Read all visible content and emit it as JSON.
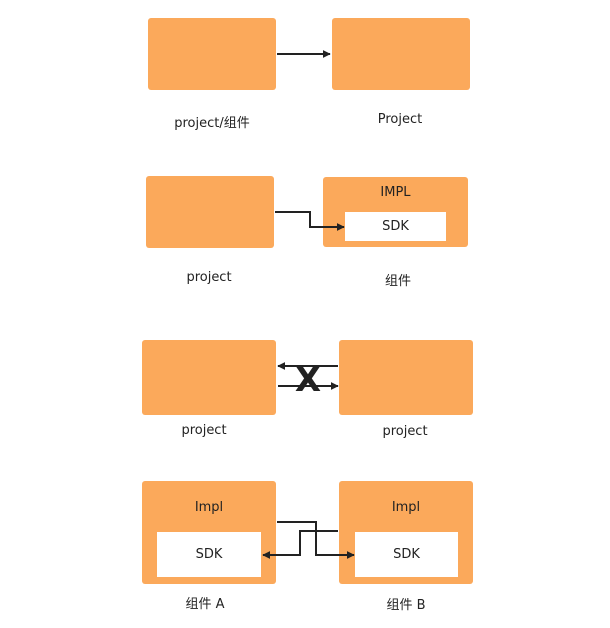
{
  "row1": {
    "left_label": "project/组件",
    "right_label": "Project"
  },
  "row2": {
    "left_label": "project",
    "right_title": "IMPL",
    "right_inner": "SDK",
    "right_label": "组件"
  },
  "row3": {
    "left_label": "project",
    "right_label": "project",
    "cross_mark": "X"
  },
  "row4": {
    "left_title": "Impl",
    "left_inner": "SDK",
    "left_label": "组件 A",
    "right_title": "Impl",
    "right_inner": "SDK",
    "right_label": "组件 B"
  },
  "colors": {
    "box_fill": "#fba95b",
    "inner_fill": "#ffffff",
    "arrow": "#222222"
  }
}
